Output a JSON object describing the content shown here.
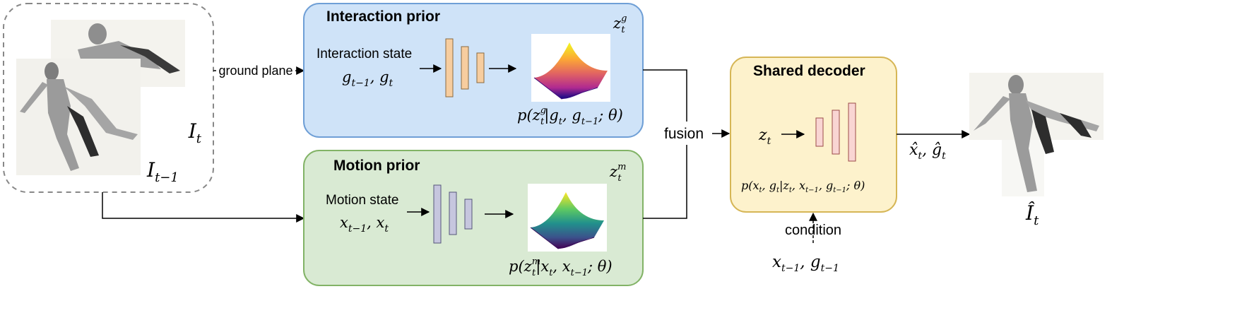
{
  "input_images": {
    "label_current": "I",
    "label_current_sub": "t",
    "label_prev": "I",
    "label_prev_sub": "t−1"
  },
  "edges": {
    "ground_plane": "ground plane",
    "fusion": "fusion",
    "condition": "condition"
  },
  "interaction_prior": {
    "title": "Interaction prior",
    "state_label": "Interaction state",
    "state_vars": "g",
    "state_vars_sub1": "t−1",
    "state_vars_mid": ", g",
    "state_vars_sub2": "t",
    "latent": "z",
    "latent_sup": "g",
    "latent_sub": "t",
    "distribution": "p(z",
    "distribution_sup": "g",
    "distribution_sub": "t",
    "distribution_rest": "|g",
    "distribution_sub2": "t",
    "distribution_rest2": ", g",
    "distribution_sub3": "t−1",
    "distribution_end": "; θ)",
    "color": "#cfe3f8",
    "border_color": "#6f9fd6",
    "layer_color": "#f7cd9f"
  },
  "motion_prior": {
    "title": "Motion prior",
    "state_label": "Motion state",
    "state_vars": "x",
    "state_vars_sub1": "t−1",
    "state_vars_mid": ", x",
    "state_vars_sub2": "t",
    "latent": "z",
    "latent_sup": "m",
    "latent_sub": "t",
    "distribution": "p(z",
    "distribution_sup": "m",
    "distribution_sub": "t",
    "distribution_rest": "|x",
    "distribution_sub2": "t",
    "distribution_rest2": ", x",
    "distribution_sub3": "t−1",
    "distribution_end": "; θ)",
    "color": "#d9ead3",
    "border_color": "#82b366",
    "layer_color": "#c6c6de"
  },
  "shared_decoder": {
    "title": "Shared decoder",
    "input": "z",
    "input_sub": "t",
    "distribution": "p(x",
    "d_sub1": "t",
    "d_p2": ", g",
    "d_sub2": "t",
    "d_p3": "|z",
    "d_sub3": "t",
    "d_p4": ", x",
    "d_sub4": "t−1",
    "d_p5": ", g",
    "d_sub5": "t−1",
    "d_end": "; θ)",
    "color": "#fdf2cc",
    "border_color": "#d6b656",
    "layer_color": "#f9d5d3"
  },
  "condition_vars": {
    "a": "x",
    "a_sub": "t−1",
    "mid": ", g",
    "b_sub": "t−1"
  },
  "output": {
    "vars": "x̂",
    "vars_sub1": "t",
    "vars_mid": ", ĝ",
    "vars_sub2": "t",
    "image_label": "Î",
    "image_label_sub": "t"
  }
}
